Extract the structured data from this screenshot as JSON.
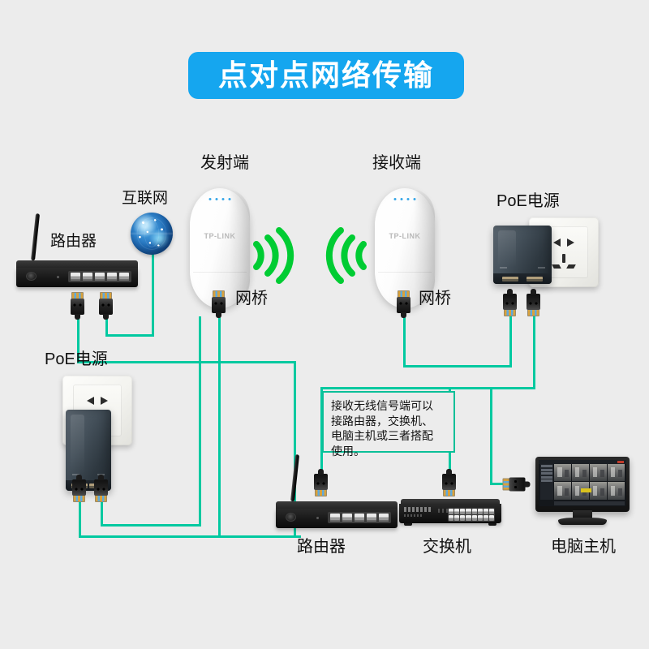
{
  "title": {
    "text": "点对点网络传输",
    "bg": "#15a6ef",
    "color": "#ffffff"
  },
  "theme": {
    "background": "#ececec",
    "cable": "#00c9a0",
    "wifi": "#00cc33",
    "note_border": "#0bbf98"
  },
  "labels": {
    "internet": "互联网",
    "router_top": "路由器",
    "poe_left": "PoE电源",
    "poe_right": "PoE电源",
    "transmitter": "发射端",
    "receiver": "接收端",
    "bridge_left": "网桥",
    "bridge_right": "网桥",
    "router_bottom": "路由器",
    "switch": "交换机",
    "pc": "电脑主机"
  },
  "devices": {
    "cpe_brand": "TP-LINK",
    "cpe_led_count": 4,
    "router_port_count": 5,
    "switch_port_count": 16
  },
  "note": {
    "text": "接收无线信号端可以\n接路由器，交换机、\n电脑主机或三者搭配\n使用。"
  }
}
